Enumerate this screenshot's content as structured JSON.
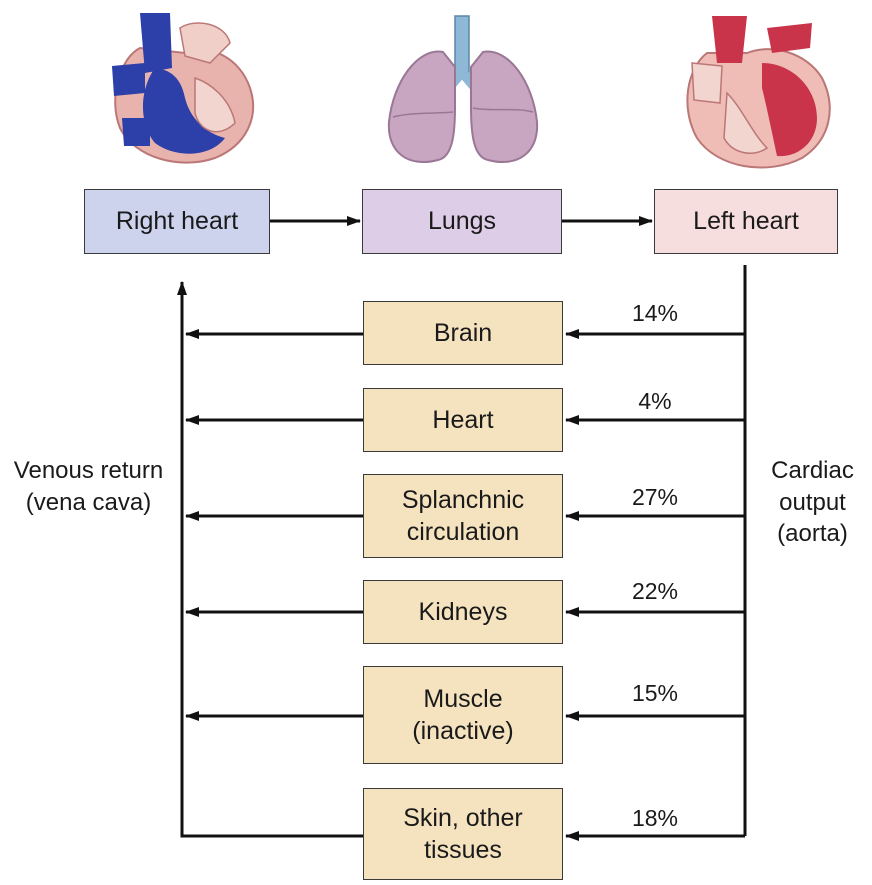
{
  "top_nodes": {
    "right_heart": {
      "label": "Right heart",
      "color": "#cdd3ec"
    },
    "lungs": {
      "label": "Lungs",
      "color": "#ddcde6"
    },
    "left_heart": {
      "label": "Left heart",
      "color": "#f6dede"
    }
  },
  "organs": [
    {
      "label": "Brain",
      "percent": "14%"
    },
    {
      "label": "Heart",
      "percent": "4%"
    },
    {
      "label": "Splanchnic circulation",
      "percent": "27%"
    },
    {
      "label": "Kidneys",
      "percent": "22%"
    },
    {
      "label": "Muscle (inactive)",
      "percent": "15%"
    },
    {
      "label": "Skin, other tissues",
      "percent": "18%"
    }
  ],
  "side_labels": {
    "venous": "Venous return (vena cava)",
    "cardiac": "Cardiac output (aorta)"
  },
  "illustrations": [
    "heart-deoxygenated-illustration",
    "lungs-illustration",
    "heart-oxygenated-illustration"
  ],
  "colors": {
    "organ_box": "#f5e3c0",
    "arrow": "#111111"
  }
}
